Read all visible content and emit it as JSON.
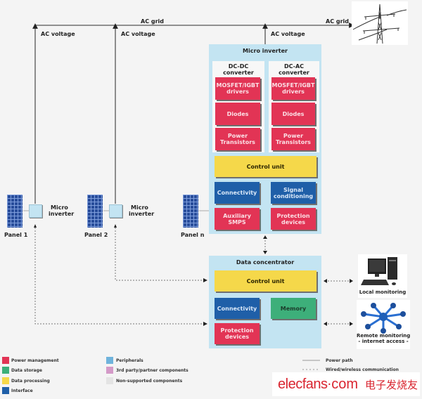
{
  "grid": {
    "ac_grid_label_left": "AC grid",
    "ac_grid_label_right": "AC grid",
    "ac_voltage_labels": [
      "AC voltage",
      "AC voltage",
      "AC voltage"
    ]
  },
  "panels": [
    {
      "label": "Panel 1",
      "inverter_label_line1": "Micro",
      "inverter_label_line2": "inverter"
    },
    {
      "label": "Panel 2",
      "inverter_label_line1": "Micro",
      "inverter_label_line2": "inverter"
    },
    {
      "label": "Panel n"
    }
  ],
  "micro_inverter": {
    "title": "Micro inverter",
    "dcdc": {
      "title_line1": "DC-DC",
      "title_line2": "converter",
      "blocks": [
        {
          "line1": "MOSFET/IGBT",
          "line2": "drivers"
        },
        {
          "line1": "Diodes",
          "line2": ""
        },
        {
          "line1": "Power",
          "line2": "Transistors"
        }
      ]
    },
    "dcac": {
      "title_line1": "DC-AC",
      "title_line2": "converter",
      "blocks": [
        {
          "line1": "MOSFET/IGBT",
          "line2": "drivers"
        },
        {
          "line1": "Diodes",
          "line2": ""
        },
        {
          "line1": "Power",
          "line2": "Transistors"
        }
      ]
    },
    "control_unit": "Control unit",
    "connectivity": "Connectivity",
    "signal_conditioning": {
      "line1": "Signal",
      "line2": "conditioning"
    },
    "auxiliary_smps": {
      "line1": "Auxiliary",
      "line2": "SMPS"
    },
    "protection": {
      "line1": "Protection",
      "line2": "devices"
    }
  },
  "data_concentrator": {
    "title": "Data concentrator",
    "control_unit": "Control unit",
    "connectivity": "Connectivity",
    "memory": "Memory",
    "protection": {
      "line1": "Protection",
      "line2": "devices"
    }
  },
  "monitoring": {
    "local": "Local monitoring",
    "remote_line1": "Remote monitoring",
    "remote_line2": "- internet access -"
  },
  "legend": {
    "items": [
      {
        "label": "Power management",
        "color": "#e23455"
      },
      {
        "label": "Data storage",
        "color": "#3daf7a"
      },
      {
        "label": "Data processing",
        "color": "#f5d84a"
      },
      {
        "label": "Interface",
        "color": "#1f5fa8"
      },
      {
        "label": "Peripherals",
        "color": "#6fb3dc"
      },
      {
        "label": "3rd party/partner components",
        "color": "#d49ac8"
      },
      {
        "label": "Non-supported components",
        "color": "#e4e4e4"
      }
    ],
    "lines": [
      {
        "label": "Power path"
      },
      {
        "label": "Wired/wireless communication"
      }
    ]
  },
  "watermark": {
    "brand": "elecfans",
    "dot": "·",
    "tld": "com",
    "chinese": "电子发烧友"
  }
}
